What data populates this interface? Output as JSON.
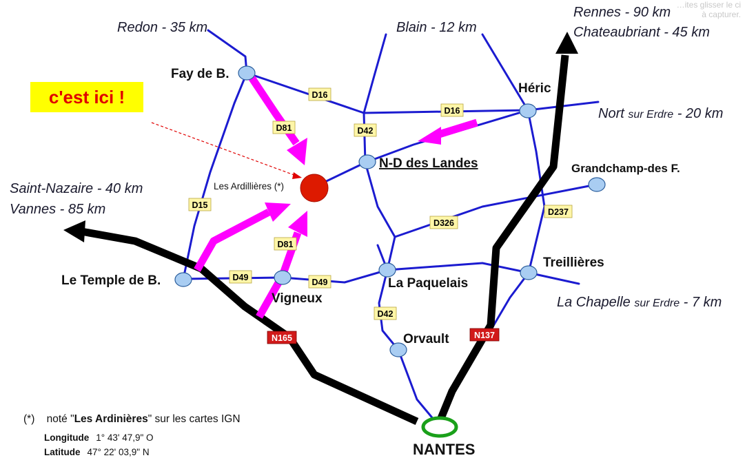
{
  "watermark": {
    "line1": "…ites glisser le ci",
    "line2": "à capturer."
  },
  "callout": {
    "text": "c'est ici !"
  },
  "destinations": {
    "redon": "Redon - 35 km",
    "blain": "Blain - 12 km",
    "rennes": "Rennes - 90 km",
    "chateaubriant": "Chateaubriant - 45 km",
    "nort_a": "Nort ",
    "nort_b": "sur Erdre",
    "nort_c": " - 20 km",
    "saint_nazaire": "Saint-Nazaire - 40 km",
    "vannes": "Vannes - 85 km",
    "chapelle_a": "La Chapelle ",
    "chapelle_b": "sur Erdre",
    "chapelle_c": " - 7 km"
  },
  "towns": {
    "fay": "Fay de B.",
    "heric": "Héric",
    "nd_landes": "N-D des Landes",
    "grandchamp": "Grandchamp-des F.",
    "temple": "Le Temple de B.",
    "vigneux": "Vigneux",
    "paquelais": "La Paquelais",
    "treillieres": "Treillières",
    "orvault": "Orvault",
    "nantes": "NANTES"
  },
  "site": {
    "label": "Les Ardillières (*)"
  },
  "roads": {
    "d16_a": "D16",
    "d16_b": "D16",
    "d81_a": "D81",
    "d81_b": "D81",
    "d42_a": "D42",
    "d42_b": "D42",
    "d15": "D15",
    "d326": "D326",
    "d237": "D237",
    "d49_a": "D49",
    "d49_b": "D49",
    "n165": "N165",
    "n137": "N137"
  },
  "footnote": {
    "marker": "(*)",
    "text_a": "noté \"",
    "name": "Les Ardinières",
    "text_b": "\" sur les cartes IGN",
    "longitude_label": "Longitude",
    "longitude_value": "1° 43'  47,9\"  O",
    "latitude_label": "Latitude",
    "latitude_value": "47°  22'  03,9\"  N"
  },
  "colors": {
    "secondary_roads": "#1b1bd0",
    "national_roads": "#000000",
    "access_arrows": "#ff00ff",
    "site_marker": "#dd1a00",
    "city_marker": "#a9cdf2",
    "callout_bg": "#ffff00",
    "callout_text": "#e00000",
    "nantes_ring": "#1aa01a"
  }
}
